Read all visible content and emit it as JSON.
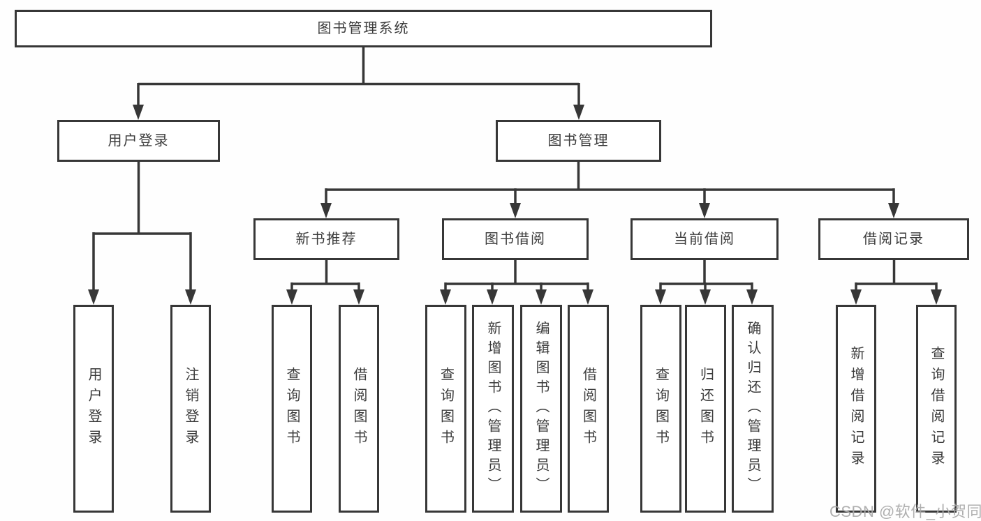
{
  "nodes": {
    "root": "图书管理系统",
    "level2": [
      "用户登录",
      "图书管理"
    ],
    "level3": [
      "新书推荐",
      "图书借阅",
      "当前借阅",
      "借阅记录"
    ],
    "leaves": [
      "用户登录",
      "注销登录",
      "查询图书",
      "借阅图书",
      "查询图书",
      "新增图书（管理员）",
      "编辑图书（管理员）",
      "借阅图书",
      "查询图书",
      "归还图书",
      "确认归还（管理员）",
      "新增借阅记录",
      "查询借阅记录"
    ]
  },
  "watermark": "CSDN @软件_小贺同学",
  "colors": {
    "line": "#373737",
    "text": "#3b3b3b",
    "box_background": "#ffffff",
    "watermark": "#a9a9a9"
  }
}
